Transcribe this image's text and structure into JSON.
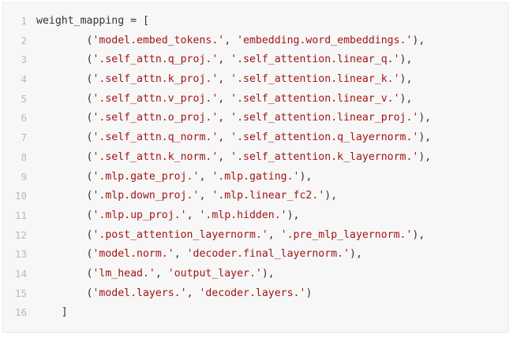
{
  "code": {
    "lines": [
      {
        "n": "1",
        "parts": [
          {
            "t": "weight_mapping = [",
            "k": "ident"
          }
        ]
      },
      {
        "n": "2",
        "parts": [
          {
            "t": "        (",
            "k": "punc"
          },
          {
            "t": "'model.embed_tokens.'",
            "k": "str"
          },
          {
            "t": ", ",
            "k": "punc"
          },
          {
            "t": "'embedding.word_embeddings.'",
            "k": "str"
          },
          {
            "t": "),",
            "k": "punc"
          }
        ]
      },
      {
        "n": "3",
        "parts": [
          {
            "t": "        (",
            "k": "punc"
          },
          {
            "t": "'.self_attn.q_proj.'",
            "k": "str"
          },
          {
            "t": ", ",
            "k": "punc"
          },
          {
            "t": "'.self_attention.linear_q.'",
            "k": "str"
          },
          {
            "t": "),",
            "k": "punc"
          }
        ]
      },
      {
        "n": "4",
        "parts": [
          {
            "t": "        (",
            "k": "punc"
          },
          {
            "t": "'.self_attn.k_proj.'",
            "k": "str"
          },
          {
            "t": ", ",
            "k": "punc"
          },
          {
            "t": "'.self_attention.linear_k.'",
            "k": "str"
          },
          {
            "t": "),",
            "k": "punc"
          }
        ]
      },
      {
        "n": "5",
        "parts": [
          {
            "t": "        (",
            "k": "punc"
          },
          {
            "t": "'.self_attn.v_proj.'",
            "k": "str"
          },
          {
            "t": ", ",
            "k": "punc"
          },
          {
            "t": "'.self_attention.linear_v.'",
            "k": "str"
          },
          {
            "t": "),",
            "k": "punc"
          }
        ]
      },
      {
        "n": "6",
        "parts": [
          {
            "t": "        (",
            "k": "punc"
          },
          {
            "t": "'.self_attn.o_proj.'",
            "k": "str"
          },
          {
            "t": ", ",
            "k": "punc"
          },
          {
            "t": "'.self_attention.linear_proj.'",
            "k": "str"
          },
          {
            "t": "),",
            "k": "punc"
          }
        ]
      },
      {
        "n": "7",
        "parts": [
          {
            "t": "        (",
            "k": "punc"
          },
          {
            "t": "'.self_attn.q_norm.'",
            "k": "str"
          },
          {
            "t": ", ",
            "k": "punc"
          },
          {
            "t": "'.self_attention.q_layernorm.'",
            "k": "str"
          },
          {
            "t": "),",
            "k": "punc"
          }
        ]
      },
      {
        "n": "8",
        "parts": [
          {
            "t": "        (",
            "k": "punc"
          },
          {
            "t": "'.self_attn.k_norm.'",
            "k": "str"
          },
          {
            "t": ", ",
            "k": "punc"
          },
          {
            "t": "'.self_attention.k_layernorm.'",
            "k": "str"
          },
          {
            "t": "),",
            "k": "punc"
          }
        ]
      },
      {
        "n": "9",
        "parts": [
          {
            "t": "        (",
            "k": "punc"
          },
          {
            "t": "'.mlp.gate_proj.'",
            "k": "str"
          },
          {
            "t": ", ",
            "k": "punc"
          },
          {
            "t": "'.mlp.gating.'",
            "k": "str"
          },
          {
            "t": "),",
            "k": "punc"
          }
        ]
      },
      {
        "n": "10",
        "parts": [
          {
            "t": "        (",
            "k": "punc"
          },
          {
            "t": "'.mlp.down_proj.'",
            "k": "str"
          },
          {
            "t": ", ",
            "k": "punc"
          },
          {
            "t": "'.mlp.linear_fc2.'",
            "k": "str"
          },
          {
            "t": "),",
            "k": "punc"
          }
        ]
      },
      {
        "n": "11",
        "parts": [
          {
            "t": "        (",
            "k": "punc"
          },
          {
            "t": "'.mlp.up_proj.'",
            "k": "str"
          },
          {
            "t": ", ",
            "k": "punc"
          },
          {
            "t": "'.mlp.hidden.'",
            "k": "str"
          },
          {
            "t": "),",
            "k": "punc"
          }
        ]
      },
      {
        "n": "12",
        "parts": [
          {
            "t": "        (",
            "k": "punc"
          },
          {
            "t": "'.post_attention_layernorm.'",
            "k": "str"
          },
          {
            "t": ", ",
            "k": "punc"
          },
          {
            "t": "'.pre_mlp_layernorm.'",
            "k": "str"
          },
          {
            "t": "),",
            "k": "punc"
          }
        ]
      },
      {
        "n": "13",
        "parts": [
          {
            "t": "        (",
            "k": "punc"
          },
          {
            "t": "'model.norm.'",
            "k": "str"
          },
          {
            "t": ", ",
            "k": "punc"
          },
          {
            "t": "'decoder.final_layernorm.'",
            "k": "str"
          },
          {
            "t": "),",
            "k": "punc"
          }
        ]
      },
      {
        "n": "14",
        "parts": [
          {
            "t": "        (",
            "k": "punc"
          },
          {
            "t": "'lm_head.'",
            "k": "str"
          },
          {
            "t": ", ",
            "k": "punc"
          },
          {
            "t": "'output_layer.'",
            "k": "str"
          },
          {
            "t": "),",
            "k": "punc"
          }
        ]
      },
      {
        "n": "15",
        "parts": [
          {
            "t": "        (",
            "k": "punc"
          },
          {
            "t": "'model.layers.'",
            "k": "str"
          },
          {
            "t": ", ",
            "k": "punc"
          },
          {
            "t": "'decoder.layers.'",
            "k": "str"
          },
          {
            "t": ")",
            "k": "punc"
          }
        ]
      },
      {
        "n": "16",
        "parts": [
          {
            "t": "    ]",
            "k": "punc"
          }
        ]
      }
    ]
  },
  "colors": {
    "background": "#f7f7f7",
    "string": "#a31515",
    "text": "#333333",
    "line_number": "#b9b9b9"
  }
}
